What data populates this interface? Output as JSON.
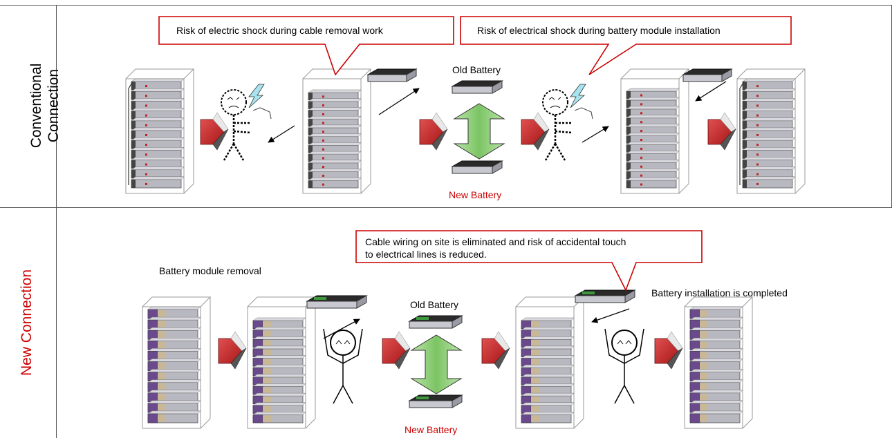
{
  "rows": {
    "conventional": {
      "label_line1": "Conventional",
      "label_line2": "Connection",
      "callout_left": "Risk of electric shock during cable removal work",
      "callout_right": "Risk of electrical shock during battery module installation",
      "old_battery": "Old Battery",
      "new_battery": "New Battery"
    },
    "new": {
      "label": "New Connection",
      "removal_label": "Battery module removal",
      "callout": {
        "line1": "Cable wiring on site is eliminated and risk of accidental touch",
        "line2": "to electrical lines is reduced."
      },
      "completed_label": "Battery installation is completed",
      "old_battery": "Old Battery",
      "new_battery": "New Battery"
    }
  },
  "colors": {
    "accent_red": "#cc0000",
    "flow_arrow": "#c0282a",
    "swap_arrow_green": "#7cc464",
    "rack_gray": "#b8b8c0",
    "purple_module": "#6a4a8c",
    "tan_module": "#c8b898"
  },
  "icons": {
    "flow": "right-arrow-icon",
    "swap": "up-down-arrow-icon",
    "shock": "lightning-icon",
    "person_worried": "worried-person-icon",
    "person_happy": "happy-person-icon"
  }
}
